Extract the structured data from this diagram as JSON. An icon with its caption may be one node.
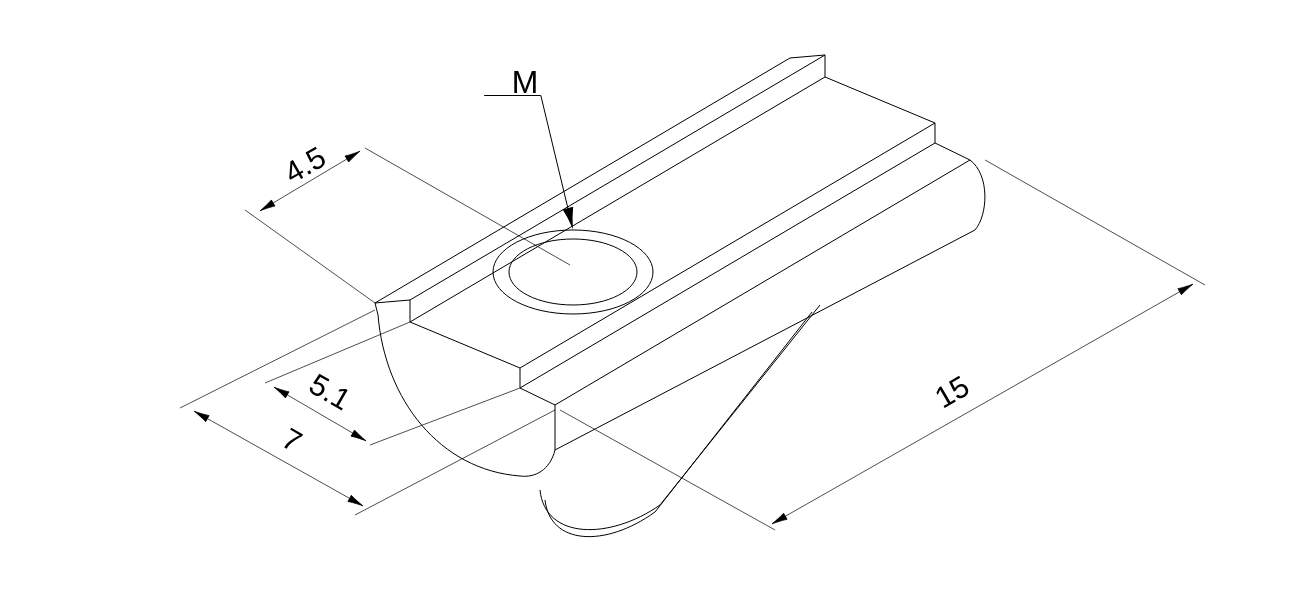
{
  "diagram": {
    "nodes": [
      {
        "text": [
          "M"
        ]
      },
      {
        "text": [],
        "shape": "circle"
      }
    ],
    "edges": [
      {
        "from": 0,
        "to": 1,
        "arrow": "to"
      }
    ],
    "labels": [
      "4.5",
      "5.1",
      "7",
      "15"
    ]
  }
}
